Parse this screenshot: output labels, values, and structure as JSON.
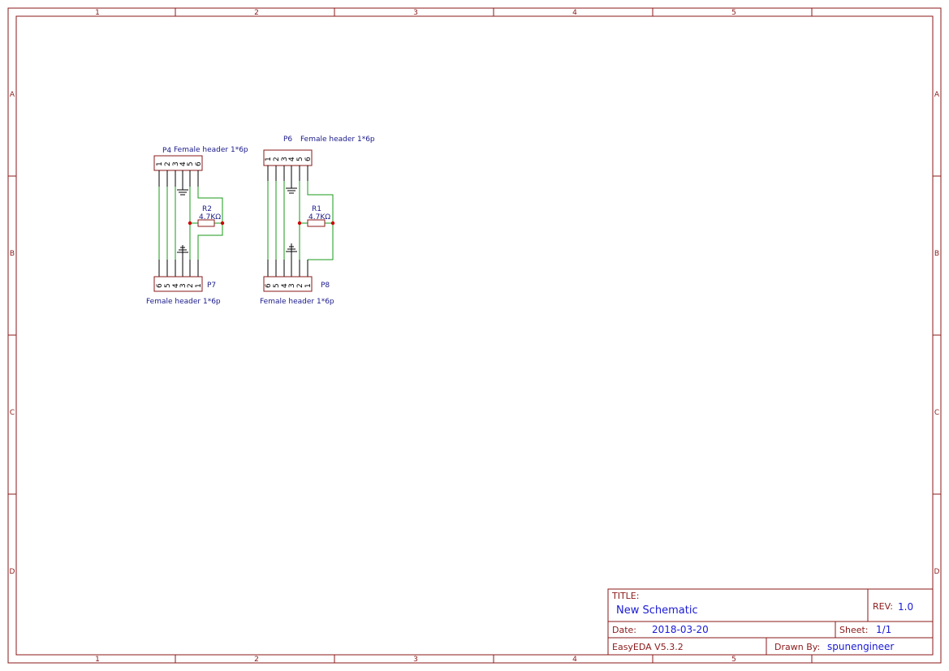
{
  "frame": {
    "columns": [
      "1",
      "2",
      "3",
      "4",
      "5"
    ],
    "rows": [
      "A",
      "B",
      "C",
      "D"
    ]
  },
  "title_block": {
    "title_label": "TITLE:",
    "title": "New Schematic",
    "rev_label": "REV:",
    "rev": "1.0",
    "date_label": "Date:",
    "date": "2018-03-20",
    "sheet_label": "Sheet:",
    "sheet": "1/1",
    "software": "EasyEDA V5.3.2",
    "drawn_by_label": "Drawn By:",
    "drawn_by": "spunengineer"
  },
  "components": {
    "p4": {
      "ref": "P4",
      "value": "Female header 1*6p"
    },
    "p6": {
      "ref": "P6",
      "value": "Female header 1*6p"
    },
    "p7": {
      "ref": "P7",
      "value": "Female header 1*6p"
    },
    "p8": {
      "ref": "P8",
      "value": "Female header 1*6p"
    },
    "r1": {
      "ref": "R1",
      "value": "4.7KΩ"
    },
    "r2": {
      "ref": "R2",
      "value": "4.7KΩ"
    }
  },
  "pins": {
    "top": [
      "1",
      "2",
      "3",
      "4",
      "5",
      "6"
    ],
    "bottom": [
      "6",
      "5",
      "4",
      "3",
      "2",
      "1"
    ]
  },
  "colors": {
    "frame": "#8b1a1a",
    "wire": "#1a9a1a",
    "text": "#1a1a8b",
    "title_value": "#1a1ad6",
    "junction": "#cc0000"
  }
}
